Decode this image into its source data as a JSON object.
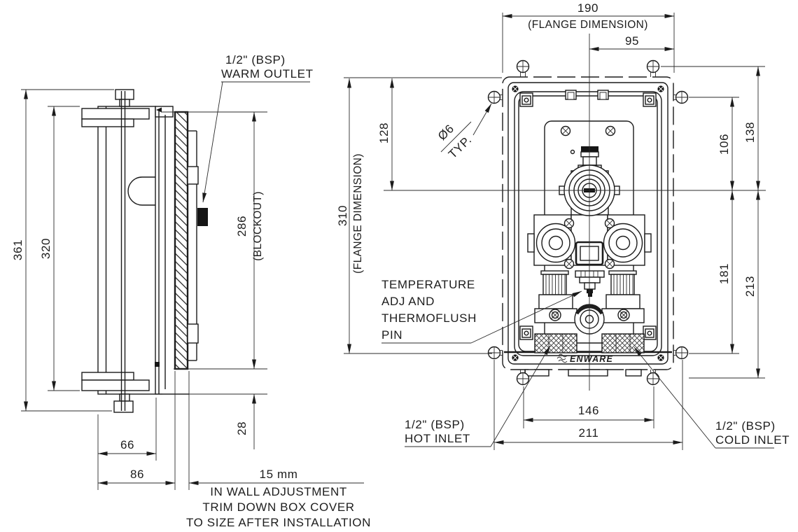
{
  "side_view": {
    "labels": {
      "warm_outlet": [
        "1/2\" (BSP)",
        "WARM OUTLET"
      ]
    },
    "dims": {
      "overall_height": "361",
      "clamp_height": "320",
      "blockout_height": "286",
      "blockout_note": "(BLOCKOUT)",
      "cover_overhang": "28",
      "box_depth": "66",
      "overall_depth": "86",
      "wall_adjustment": "15 mm",
      "adjustment_note": [
        "IN WALL ADJUSTMENT",
        "TRIM DOWN BOX COVER",
        "TO SIZE AFTER INSTALLATION"
      ]
    }
  },
  "front_view": {
    "labels": {
      "temp_adj": [
        "TEMPERATURE",
        "ADJ AND",
        "THERMOFLUSH",
        "PIN"
      ],
      "hot_inlet": [
        "1/2\" (BSP)",
        "HOT INLET"
      ],
      "cold_inlet": [
        "1/2\" (BSP)",
        "COLD INLET"
      ],
      "hole_callout": [
        "Ø6",
        "TYP."
      ],
      "brand": "ENWARE"
    },
    "dims": {
      "flange_width": "190",
      "flange_width_note": "(FLANGE DIMENSION)",
      "center_to_edge": "95",
      "flange_height": "310",
      "flange_height_note": "(FLANGE DIMENSION)",
      "top_to_outlet": "128",
      "side_screw_to_outlet": "106",
      "top_screw_to_outlet": "138",
      "outlet_to_bottom_screw": "181",
      "outlet_to_bottom": "213",
      "inlet_screw_spacing": "146",
      "overall_mount_width": "211"
    }
  }
}
